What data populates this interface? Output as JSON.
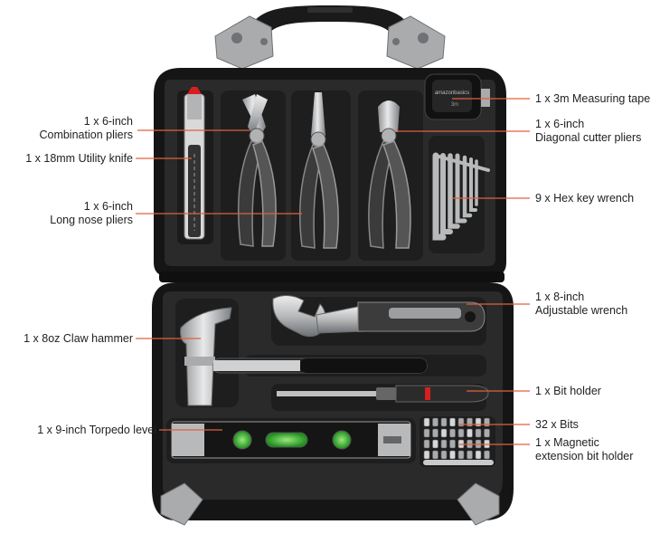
{
  "colors": {
    "case_outer": "#151515",
    "case_inner": "#2a2a2a",
    "tray_slot": "#1e1e1e",
    "hardware_grey": "#a9abad",
    "callout_line": "#e0603c",
    "tool_red": "#d81e1e",
    "level_green": "#38b23a"
  },
  "product": {
    "tape_brand": "amazonbasics",
    "tape_size": "3m"
  },
  "labels": {
    "combination_pliers": [
      "1 x 6-inch",
      "Combination pliers"
    ],
    "utility_knife": "1 x 18mm Utility knife",
    "long_nose_pliers": [
      "1 x 6-inch",
      "Long nose pliers"
    ],
    "claw_hammer": "1 x 8oz Claw hammer",
    "torpedo_level": "1 x 9-inch Torpedo level",
    "measuring_tape": "1 x 3m Measuring tape",
    "diagonal_cutter": [
      "1 x 6-inch",
      "Diagonal cutter pliers"
    ],
    "hex_key": "9 x Hex key wrench",
    "adjustable_wrench": [
      "1 x 8-inch",
      "Adjustable wrench"
    ],
    "bit_holder": "1 x Bit holder",
    "bits": "32 x Bits",
    "magnetic_holder": [
      "1 x Magnetic",
      "extension bit holder"
    ]
  },
  "icons": {
    "case": "toolbox-case-icon",
    "pliers": "pliers-icon",
    "knife": "utility-knife-icon",
    "tape": "measuring-tape-icon",
    "hex": "hex-key-icon",
    "wrench": "adjustable-wrench-icon",
    "hammer": "claw-hammer-icon",
    "screwdriver": "bit-holder-icon",
    "level": "torpedo-level-icon",
    "bits": "bits-icon"
  }
}
